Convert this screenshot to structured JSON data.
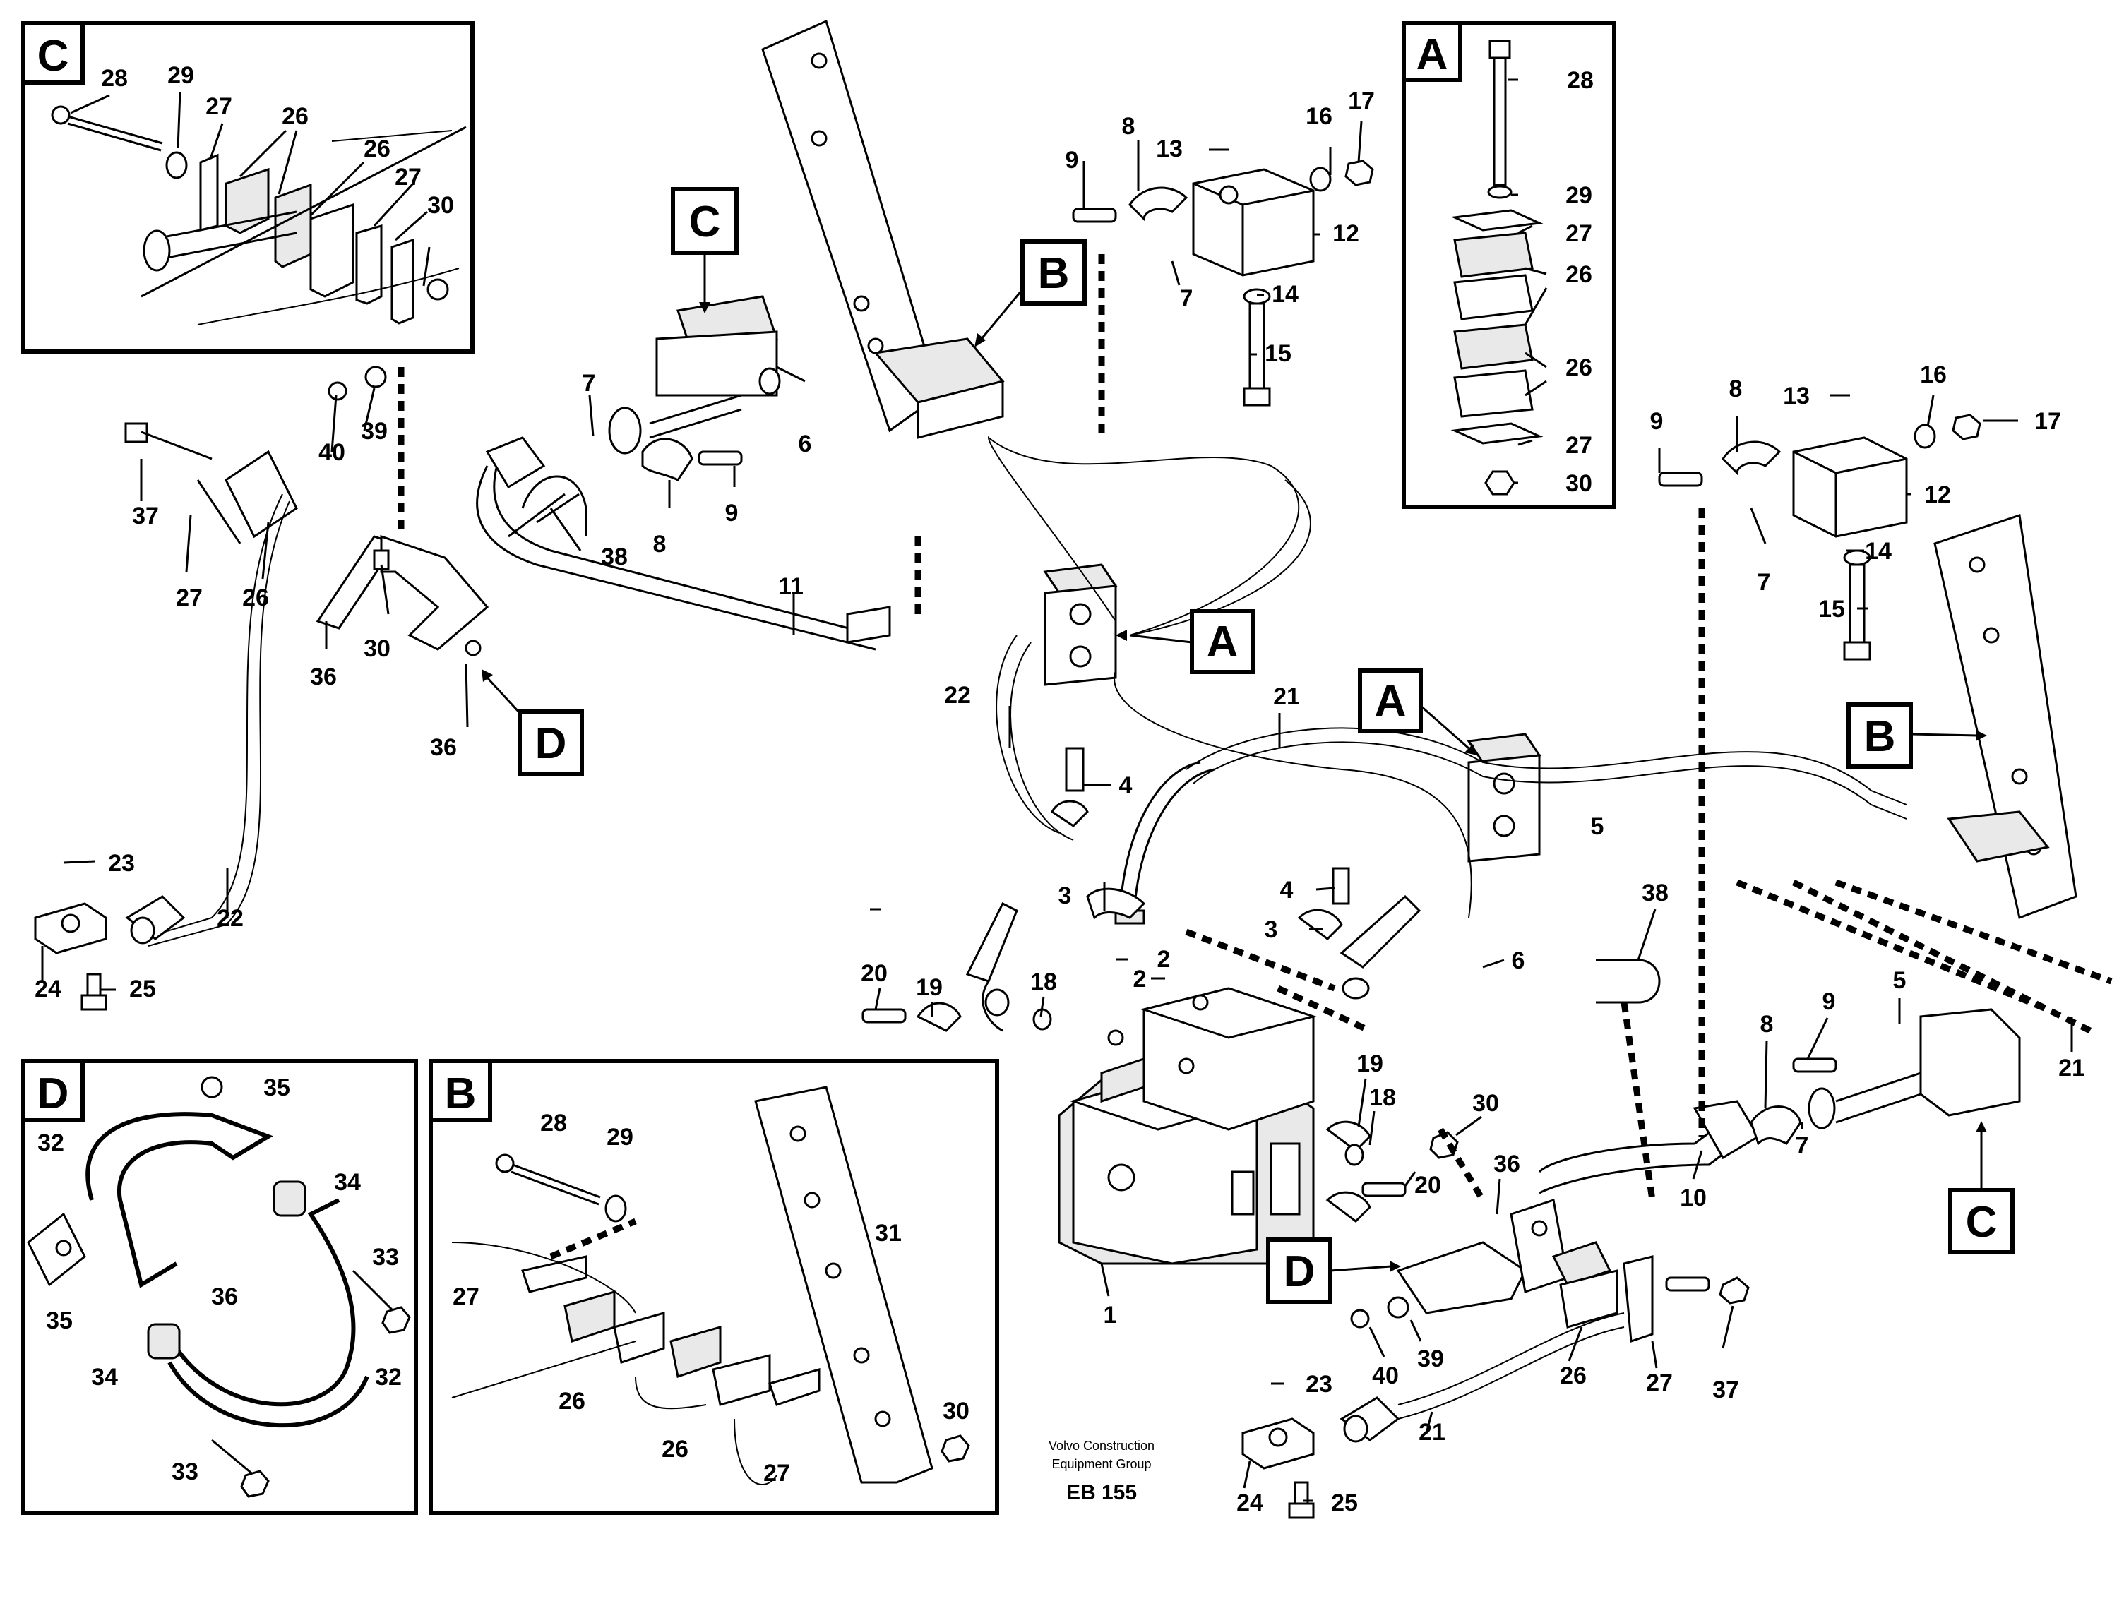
{
  "caption": {
    "line1": "Volvo Construction",
    "line2": "Equipment Group",
    "code": "EB 155"
  },
  "panels": {
    "C": "C",
    "A": "A",
    "D": "D",
    "B": "B"
  },
  "markers": {
    "c1": "C",
    "b1": "B",
    "a1": "A",
    "d1": "D",
    "a2": "A",
    "b2": "B",
    "d2": "D",
    "c2": "C"
  },
  "callouts": {
    "c28": "28",
    "c29": "29",
    "c27a": "27",
    "c26a": "26",
    "c26b": "26",
    "c27b": "27",
    "c30": "30",
    "a28": "28",
    "a29": "29",
    "a27a": "27",
    "a26a": "26",
    "a26b": "26",
    "a27b": "27",
    "a30": "30",
    "d35a": "35",
    "d32a": "32",
    "d34a": "34",
    "d33a": "33",
    "d35b": "35",
    "d36": "36",
    "d34b": "34",
    "d32b": "32",
    "d33b": "33",
    "b28": "28",
    "b29": "29",
    "b31": "31",
    "b27a": "27",
    "b26a": "26",
    "b26b": "26",
    "b27b": "27",
    "b30": "30",
    "m9a": "9",
    "m8a": "8",
    "m13a": "13",
    "m16a": "16",
    "m17a": "17",
    "m12a": "12",
    "m7a": "7",
    "m14a": "14",
    "m15a": "15",
    "m7b": "7",
    "m6a": "6",
    "m9b": "9",
    "m8b": "8",
    "m38a": "38",
    "m11": "11",
    "m40a": "40",
    "m39a": "39",
    "m37a": "37",
    "m27c": "27",
    "m26c": "26",
    "m30c": "30",
    "m36a": "36",
    "m36b": "36",
    "m23a": "23",
    "m22a": "22",
    "m24a": "24",
    "m25a": "25",
    "m22b": "22",
    "m21a": "21",
    "m4a": "4",
    "m3a": "3",
    "m5a": "5",
    "m4b": "4",
    "m3b": "3",
    "m6b": "6",
    "m2a": "2",
    "m2b": "2",
    "m20a": "20",
    "m19a": "19",
    "m18a": "18",
    "m19b": "19",
    "m18b": "18",
    "m30d": "30",
    "m36c": "36",
    "m20b": "20",
    "m1": "1",
    "m40b": "40",
    "m39b": "39",
    "m23b": "23",
    "m21b": "21",
    "m24b": "24",
    "m25b": "25",
    "m26d": "26",
    "m27d": "27",
    "m37b": "37",
    "m10": "10",
    "m38b": "38",
    "m8c": "8",
    "m9c": "9",
    "m5b": "5",
    "m7c": "7",
    "m21c": "21",
    "m9d": "9",
    "m8d": "8",
    "m13b": "13",
    "m16b": "16",
    "m17b": "17",
    "m12b": "12",
    "m7d": "7",
    "m14b": "14",
    "m15b": "15"
  }
}
